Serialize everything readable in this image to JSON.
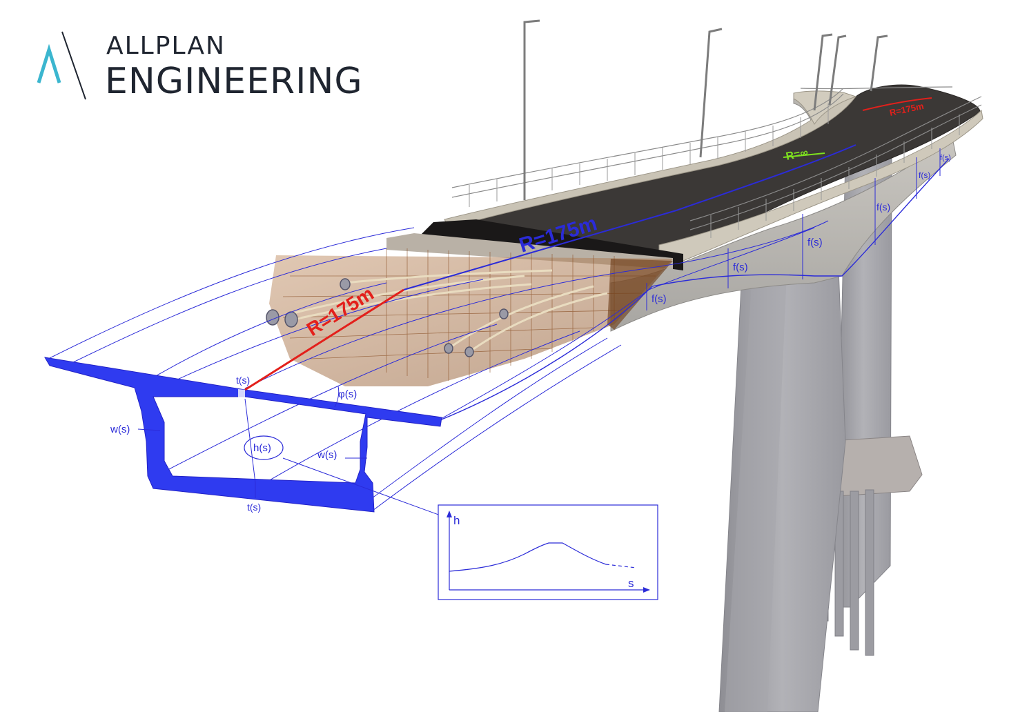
{
  "logo": {
    "line1": "ALLPLAN",
    "line2": "ENGINEERING",
    "mark_color": "#3bb6cf",
    "text_color": "#1f2530"
  },
  "diagram": {
    "accent_color": "#2b2bd8",
    "radius_color": "#e3201b",
    "radius_straight_color": "#7ee21f",
    "radius_labels": {
      "main_front": "R=175m",
      "main_deck": "R=175m",
      "straight": "R=∞",
      "far": "R=175m"
    },
    "section_labels": {
      "top_flange": "t(s)",
      "bottom_flange": "t(s)",
      "web_left": "w(s)",
      "web_right": "w(s)",
      "height": "h(s)",
      "angle": "φ(s)"
    },
    "offset_labels": [
      "f(s)",
      "f(s)",
      "f(s)",
      "f(s)",
      "f(s)",
      "f(s)"
    ],
    "inset_graph": {
      "y_axis": "h",
      "x_axis": "s"
    }
  }
}
